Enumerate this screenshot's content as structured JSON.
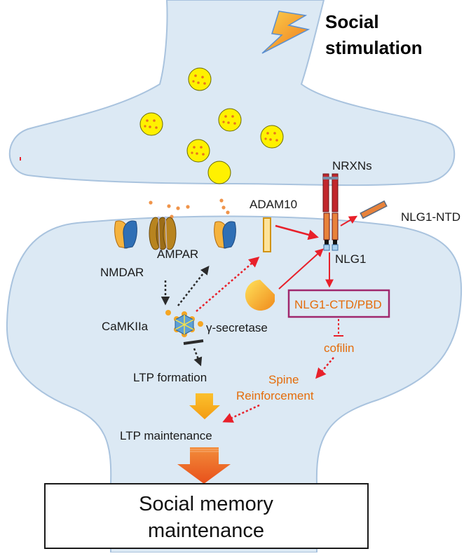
{
  "header": {
    "line1": "Social",
    "line2": "stimulation"
  },
  "labels": {
    "nrxns": "NRXNs",
    "adam10": "ADAM10",
    "nlg1_ntd": "NLG1-NTD",
    "nlg1": "NLG1",
    "ampar": "AMPAR",
    "nmdar": "NMDAR",
    "camkiia": "CaMKIIa",
    "gamma_secretase": "γ-secretase",
    "nlg1_ctd_pbd": "NLG1-CTD/PBD",
    "cofilin": "cofilin",
    "spine": "Spine",
    "reinforcement": "Reinforcement",
    "ltp_formation": "LTP formation",
    "ltp_maintenance": "LTP maintenance"
  },
  "footer": {
    "line1": "Social memory",
    "line2": "maintenance"
  },
  "colors": {
    "membrane_fill": "#dce9f4",
    "membrane_stroke": "#a9c3de",
    "vesicle": "#fff100",
    "vesicle_dot": "#e8761d",
    "red_arrow": "#e8202a",
    "orange_text": "#e46c0a",
    "box_border": "#a0286e",
    "big_arrow_top": "#f39c12",
    "big_arrow_bottom": "#e85a1b"
  }
}
